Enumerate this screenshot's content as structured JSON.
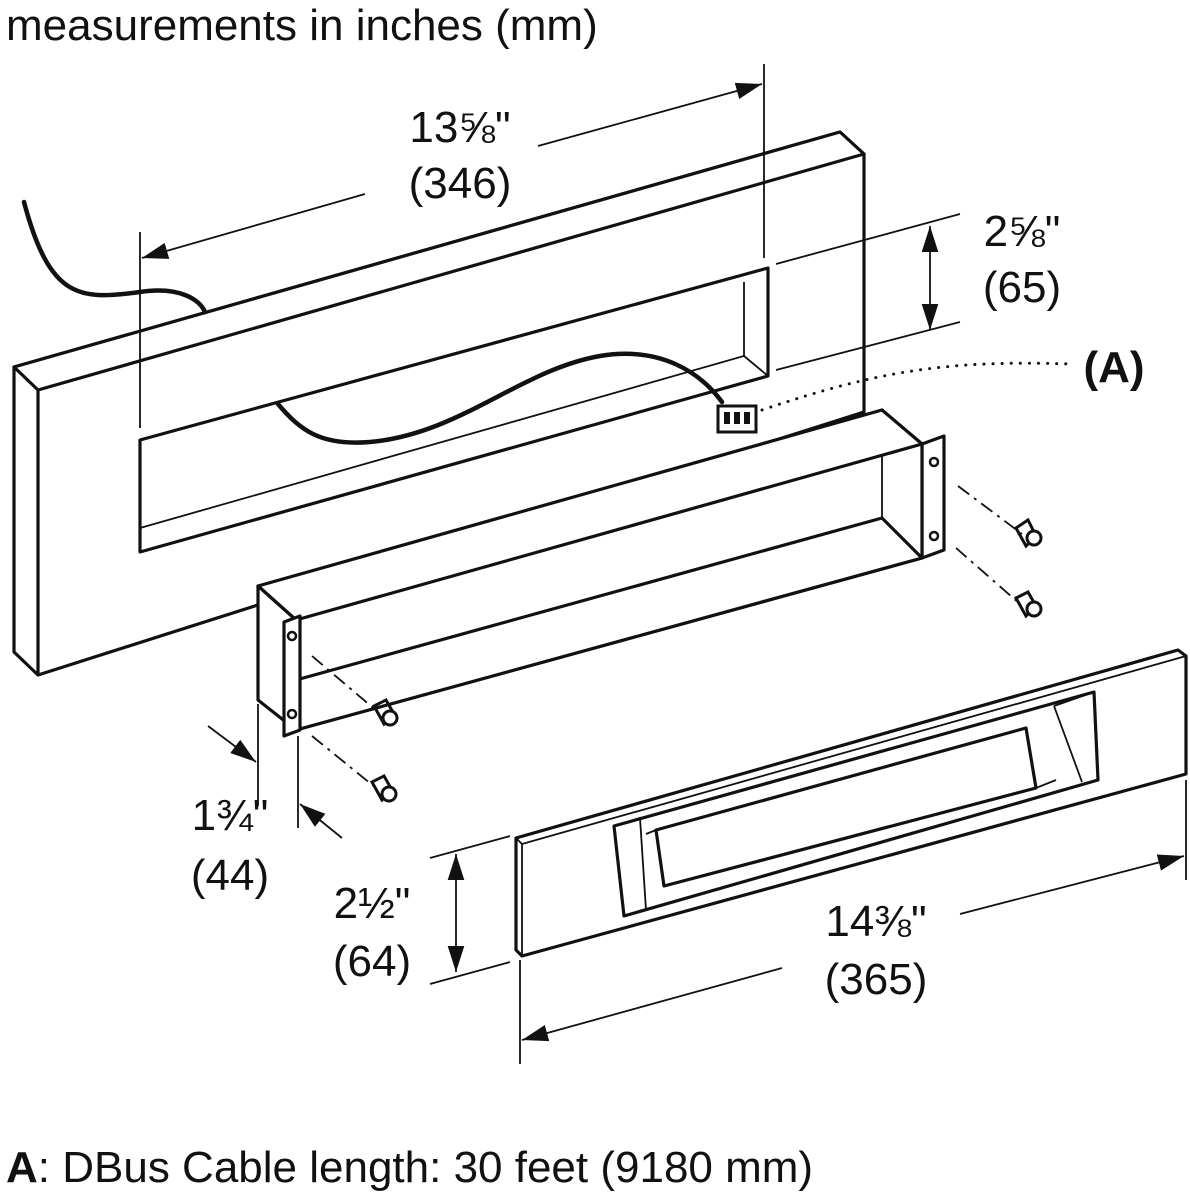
{
  "header": {
    "title": "measurements in inches (mm)"
  },
  "dimensions": {
    "frame_width": {
      "inch": "13⅝\"",
      "mm": "(346)"
    },
    "frame_height": {
      "inch": "2⅝\"",
      "mm": "(65)"
    },
    "sleeve_depth": {
      "inch": "1¾\"",
      "mm": "(44)"
    },
    "panel_height": {
      "inch": "2½\"",
      "mm": "(64)"
    },
    "panel_width": {
      "inch": "14⅜\"",
      "mm": "(365)"
    }
  },
  "callout": {
    "marker": "(A)"
  },
  "legend": {
    "key": "A",
    "text": ": DBus Cable length: 30 feet (9180 mm)"
  }
}
